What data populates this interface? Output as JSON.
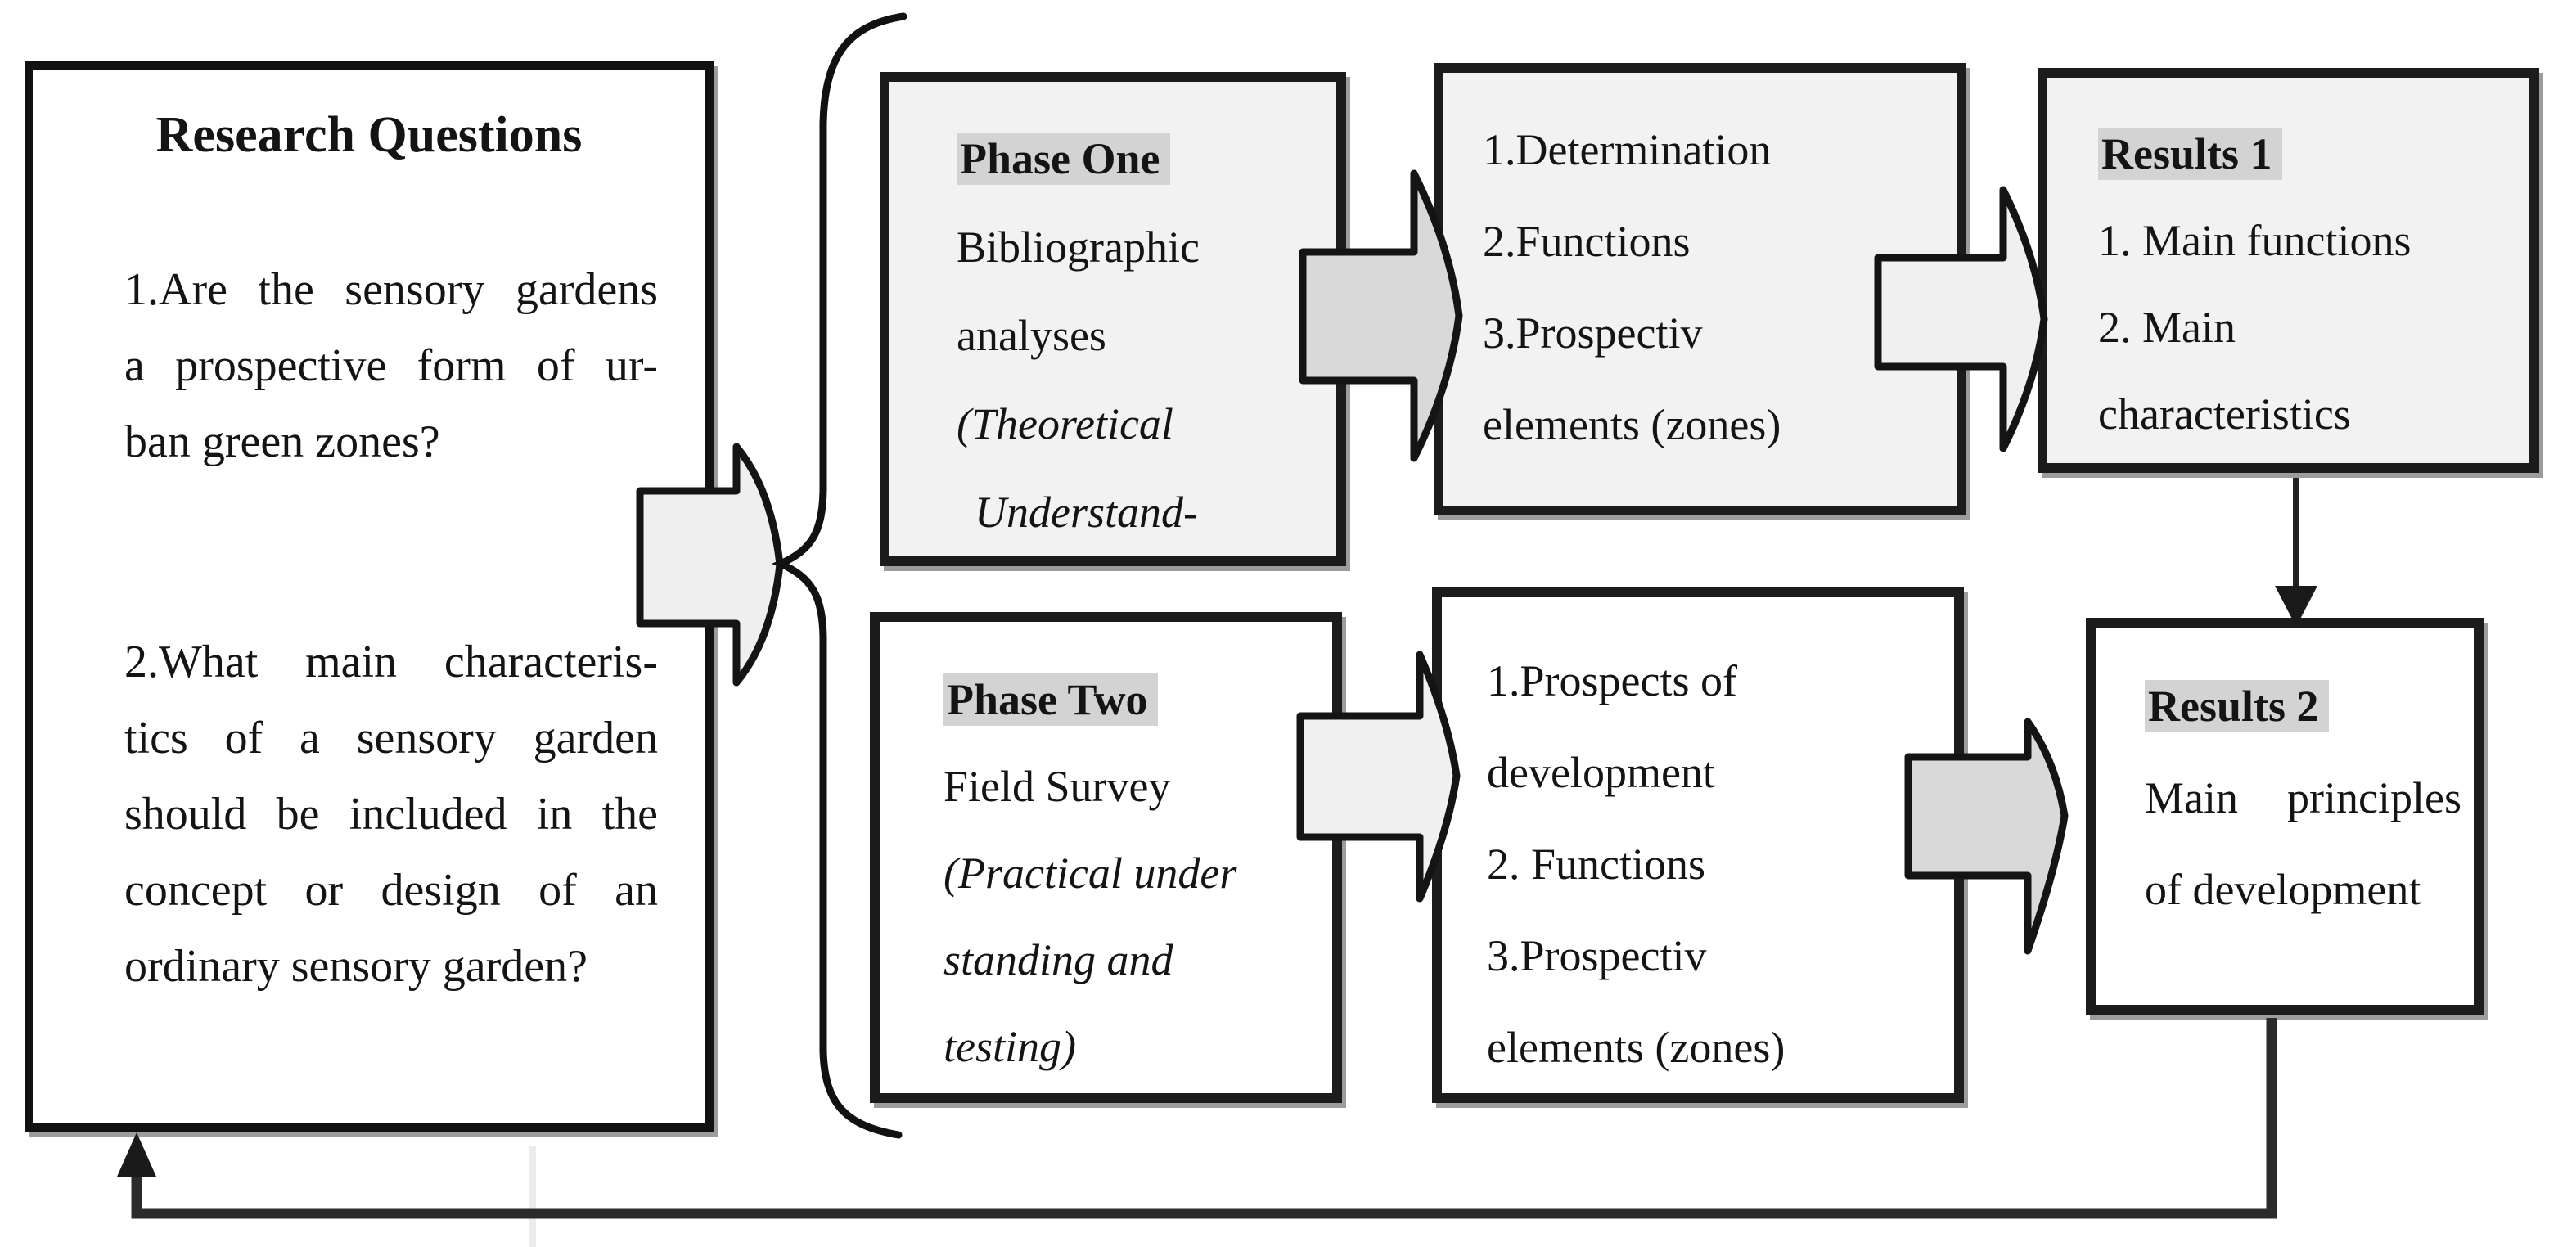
{
  "figure": {
    "research_questions": {
      "title": "Research Questions",
      "question1": {
        "line1": "1.Are the sensory gardens",
        "line2": "a prospective form of ur-",
        "line3": "ban green zones?"
      },
      "question2": {
        "line1": "2.What main characteris-",
        "line2": "tics of a sensory garden",
        "line3": "should be included in the",
        "line4": "concept or design of an",
        "line5": "ordinary sensory garden?"
      }
    },
    "phase_one": {
      "title": "Phase One",
      "line1": "Bibliographic",
      "line2": "analyses",
      "italic1": "(Theoretical",
      "italic2": "Understand-"
    },
    "phase_one_outputs": {
      "line1": "1.Determination",
      "line2": "2.Functions",
      "line3": "3.Prospectiv",
      "line4": "elements (zones)"
    },
    "results_1": {
      "title": "Results 1",
      "line1": "1. Main functions",
      "line2": "2. Main",
      "line3": "characteristics"
    },
    "phase_two": {
      "title": "Phase Two",
      "line1": "Field Survey",
      "italic1": "(Practical under",
      "italic2": "standing and",
      "italic3": "testing)"
    },
    "phase_two_outputs": {
      "line1": "1.Prospects of",
      "line2": "development",
      "line3": "2. Functions",
      "line4": "3.Prospectiv",
      "line5": "elements (zones)"
    },
    "results_2": {
      "title": "Results 2",
      "line1": "Main principles",
      "line2": "of development"
    },
    "colors": {
      "box_border": "#1c1c1c",
      "light_box_fill": "#f2f2f2",
      "white_box_fill": "#ffffff",
      "title_highlight": "#d3d3d3",
      "arrow_gray_fill": "#d9d9d9",
      "arrow_light_fill": "#efefef",
      "connector_stroke": "#2b2b2b",
      "shadow_gray": "#9c9c9c"
    }
  }
}
